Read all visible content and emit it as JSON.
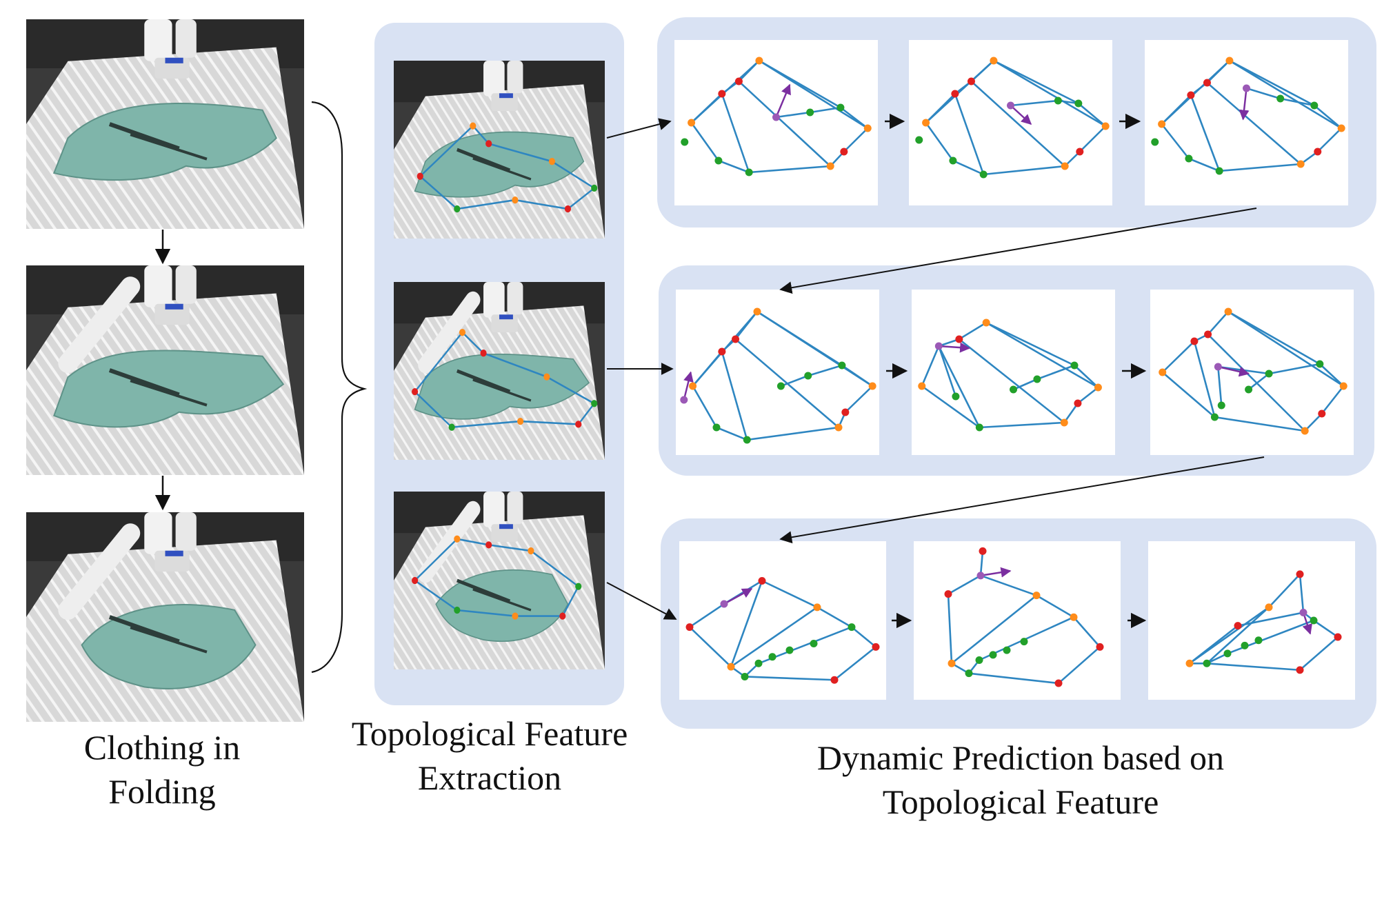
{
  "captions": {
    "left_line1": "Clothing in",
    "left_line2": "Folding",
    "mid_line1": "Topological Feature",
    "mid_line2": "Extraction",
    "right_line1": "Dynamic Prediction based on",
    "right_line2": "Topological Feature"
  },
  "colors": {
    "panel_bg": "#d9e2f3",
    "edge": "#2e86c1",
    "node_orange": "#ff8c1a",
    "node_red": "#e02020",
    "node_green": "#22a02a",
    "node_purple": "#9b59b6",
    "arrow_purple": "#7b2fa0",
    "cloth": "#7fb5aa",
    "table": "#e6e6e6"
  }
}
